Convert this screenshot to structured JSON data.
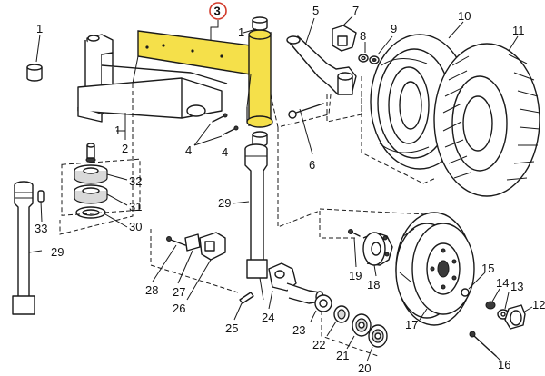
{
  "highlight": {
    "part_number": "3",
    "color": "#f5e04a",
    "circle_color": "#d23a2a"
  },
  "labels": {
    "p1a": "1",
    "p1b": "1",
    "p1c": "1",
    "p2": "2",
    "p3": "3",
    "p4": "4",
    "p5": "5",
    "p6": "6",
    "p7": "7",
    "p8": "8",
    "p9": "9",
    "p10": "10",
    "p11": "11",
    "p12": "12",
    "p13": "13",
    "p14": "14",
    "p15": "15",
    "p16": "16",
    "p17": "17",
    "p18": "18",
    "p19": "19",
    "p20": "20",
    "p21": "21",
    "p22": "22",
    "p23": "23",
    "p24": "24",
    "p25": "25",
    "p26": "26",
    "p27": "27",
    "p28": "28",
    "p29a": "29",
    "p29b": "29",
    "p30": "30",
    "p31": "31",
    "p32": "32",
    "p33": "33"
  }
}
